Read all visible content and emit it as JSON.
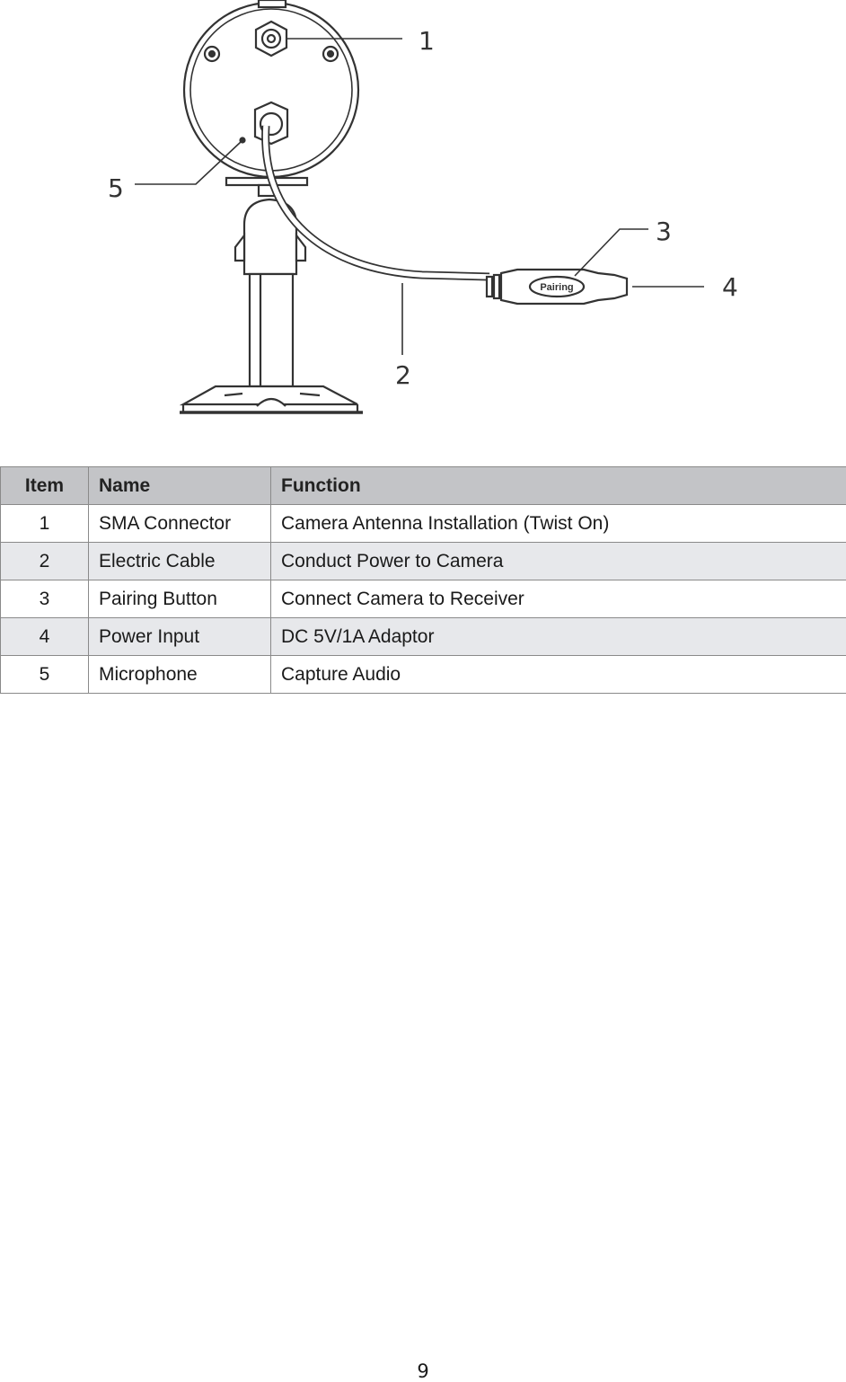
{
  "diagram": {
    "callouts": [
      "1",
      "2",
      "3",
      "4",
      "5"
    ],
    "button_label": "Pairing"
  },
  "table": {
    "headers": [
      "Item",
      "Name",
      "Function"
    ],
    "rows": [
      [
        "1",
        "SMA Connector",
        "Camera Antenna Installation (Twist On)"
      ],
      [
        "2",
        "Electric Cable",
        "Conduct Power to Camera"
      ],
      [
        "3",
        "Pairing Button",
        "Connect Camera to Receiver"
      ],
      [
        "4",
        "Power Input",
        "DC 5V/1A Adaptor"
      ],
      [
        "5",
        "Microphone",
        "Capture Audio"
      ]
    ]
  },
  "page_number": "9"
}
